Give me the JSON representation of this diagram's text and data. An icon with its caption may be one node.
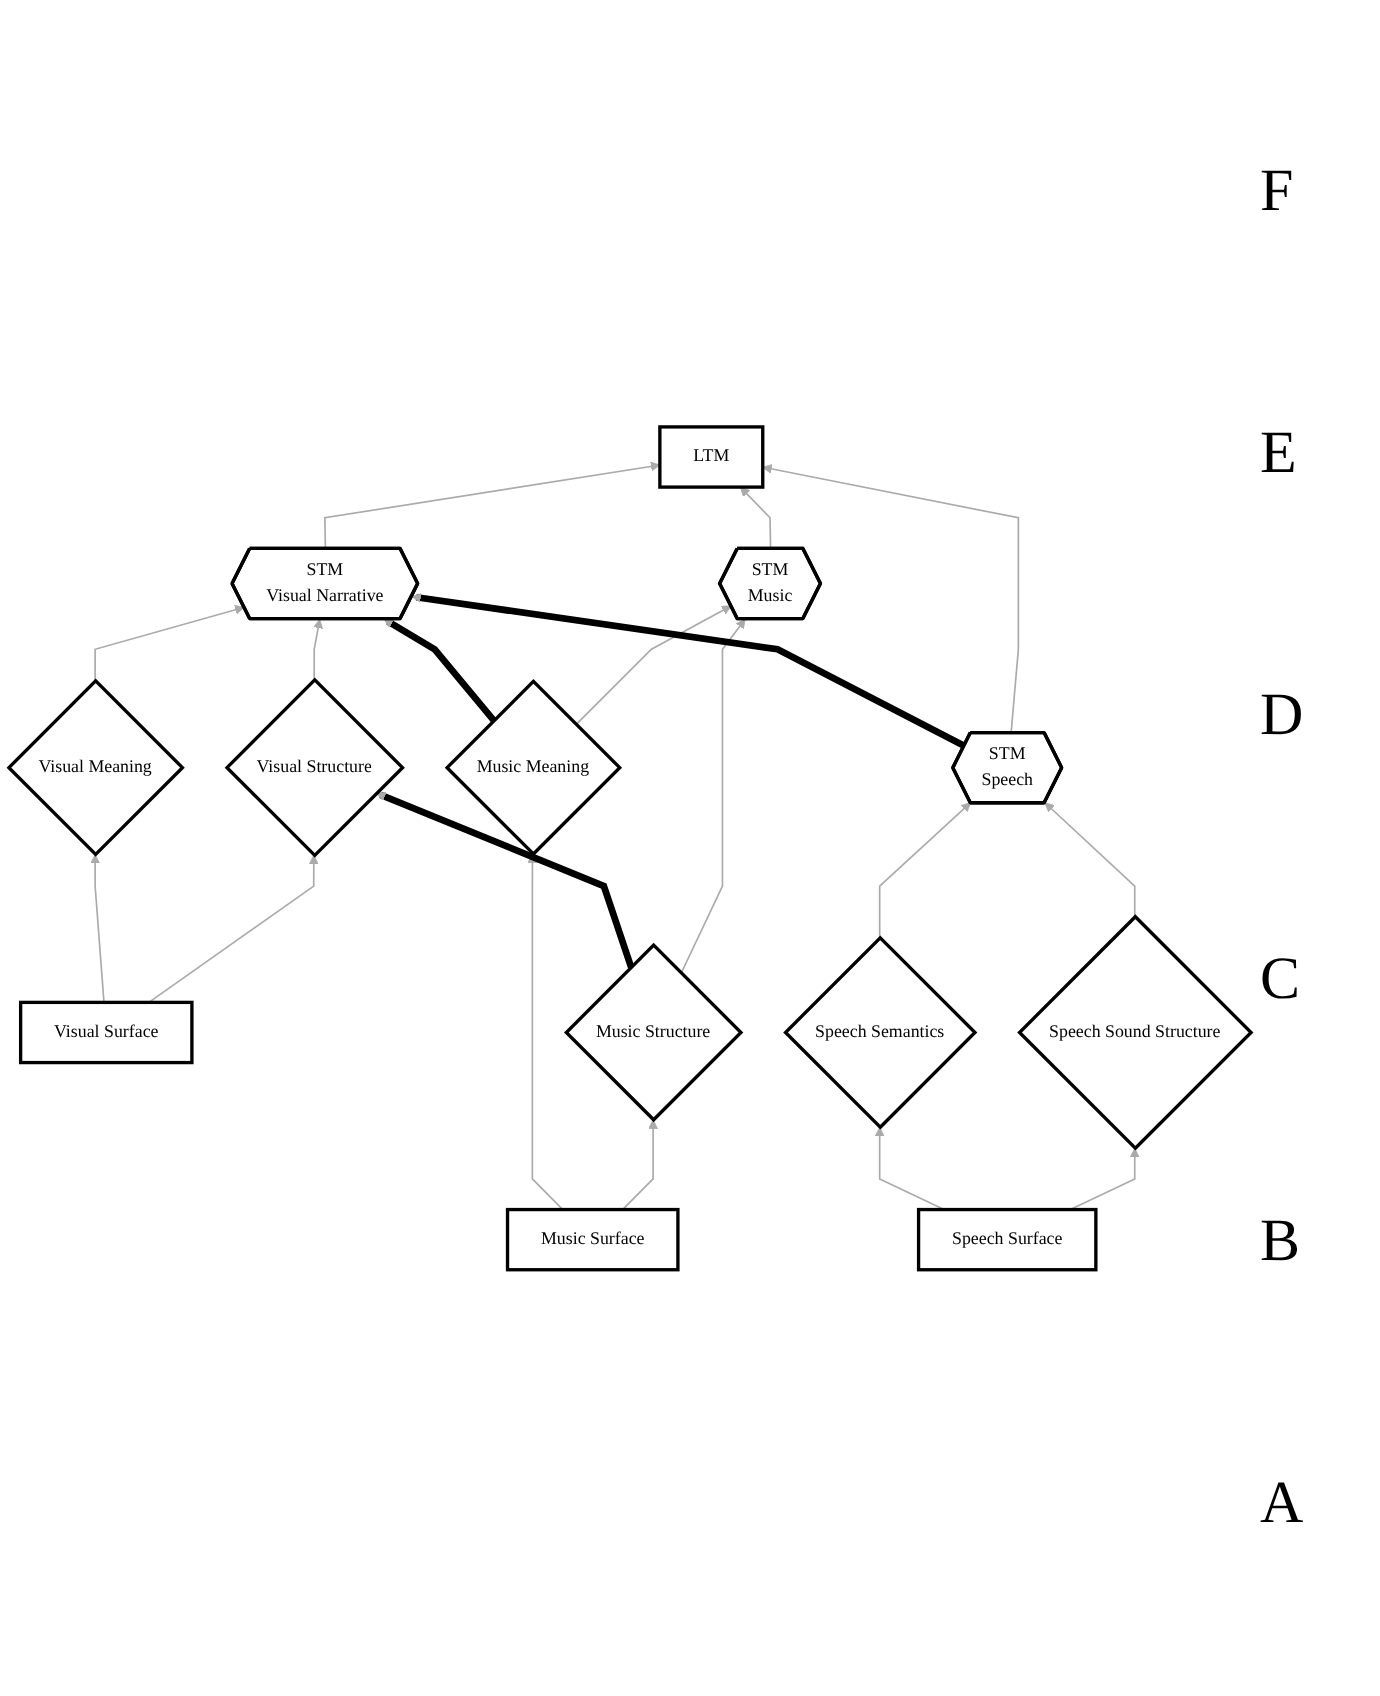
{
  "diagram": {
    "nodes": [
      {
        "text": [
          "LTM"
        ]
      },
      {
        "text": [
          "STM",
          "Speech"
        ]
      },
      {
        "text": [
          "STM",
          "Visual Narrative"
        ]
      },
      {
        "text": [
          "STM",
          "Music"
        ]
      },
      {
        "text": [
          "Speech Sound Structure"
        ]
      },
      {
        "text": [
          "Speech Semantics"
        ]
      },
      {
        "text": [
          "Visual Structure"
        ]
      },
      {
        "text": [
          "Visual Meaning"
        ]
      },
      {
        "text": [
          "Music Structure"
        ]
      },
      {
        "text": [
          "Music Meaning"
        ]
      },
      {
        "text": [
          "Speech Surface"
        ]
      },
      {
        "text": [
          "Visual Surface"
        ]
      },
      {
        "text": [
          "Music Surface"
        ]
      }
    ],
    "edges": [
      {
        "from": 10,
        "to": 4,
        "arrow": "to"
      },
      {
        "from": 10,
        "to": 5,
        "arrow": "to"
      },
      {
        "from": 11,
        "to": 6,
        "arrow": "to"
      },
      {
        "from": 11,
        "to": 7,
        "arrow": "to"
      },
      {
        "from": 12,
        "to": 8,
        "arrow": "to"
      },
      {
        "from": 12,
        "to": 9,
        "arrow": "to"
      },
      {
        "from": 4,
        "to": 1,
        "arrow": "to"
      },
      {
        "from": 5,
        "to": 1,
        "arrow": "to"
      },
      {
        "from": 6,
        "to": 2,
        "arrow": "to"
      },
      {
        "from": 7,
        "to": 2,
        "arrow": "to"
      },
      {
        "from": 8,
        "to": 3,
        "arrow": "to"
      },
      {
        "from": 9,
        "to": 3,
        "arrow": "to"
      },
      {
        "from": 1,
        "to": 0,
        "arrow": "to"
      },
      {
        "from": 2,
        "to": 0,
        "arrow": "to"
      },
      {
        "from": 3,
        "to": 0,
        "arrow": "to"
      },
      {
        "from": 1,
        "to": 2,
        "arrow": "to",
        "style": "thick",
        "color": "#000000"
      },
      {
        "from": 8,
        "to": 6,
        "arrow": "to",
        "style": "thick",
        "color": "#000000"
      },
      {
        "from": 9,
        "to": 2,
        "arrow": "to",
        "style": "thick",
        "color": "#000000"
      }
    ],
    "labels": [
      "F",
      "E",
      "D",
      "C",
      "B",
      "A"
    ]
  }
}
